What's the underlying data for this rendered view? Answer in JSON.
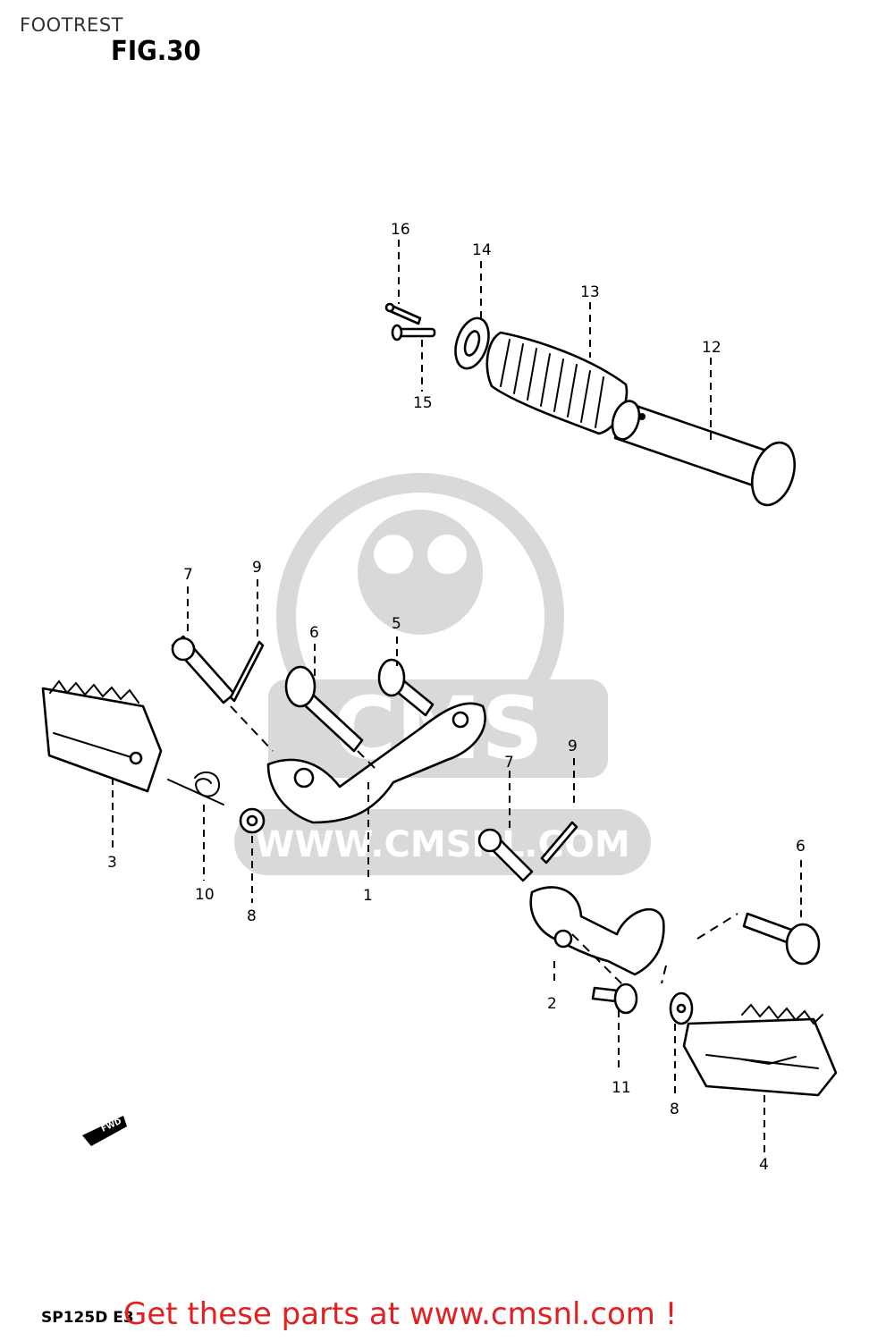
{
  "header": {
    "title": "FOOTREST",
    "figure": "FIG.30"
  },
  "callouts": [
    {
      "id": "c1",
      "text": "1"
    },
    {
      "id": "c2",
      "text": "2"
    },
    {
      "id": "c3",
      "text": "3"
    },
    {
      "id": "c4",
      "text": "4"
    },
    {
      "id": "c5",
      "text": "5"
    },
    {
      "id": "c6a",
      "text": "6"
    },
    {
      "id": "c6b",
      "text": "6"
    },
    {
      "id": "c7a",
      "text": "7"
    },
    {
      "id": "c7b",
      "text": "7"
    },
    {
      "id": "c8a",
      "text": "8"
    },
    {
      "id": "c8b",
      "text": "8"
    },
    {
      "id": "c9a",
      "text": "9"
    },
    {
      "id": "c9b",
      "text": "9"
    },
    {
      "id": "c10",
      "text": "10"
    },
    {
      "id": "c11",
      "text": "11"
    },
    {
      "id": "c12",
      "text": "12"
    },
    {
      "id": "c13",
      "text": "13"
    },
    {
      "id": "c14",
      "text": "14"
    },
    {
      "id": "c15",
      "text": "15"
    },
    {
      "id": "c16",
      "text": "16"
    }
  ],
  "watermark": {
    "logo_text": "CMS",
    "url_text": "WWW.CMSNL.COM"
  },
  "fwd_label": "FWD",
  "footer": {
    "model_code": "SP125D E3",
    "cta": "Get these parts at www.cmsnl.com !"
  },
  "colors": {
    "cta": "#e41f1f",
    "watermark": "#d9d9d9",
    "line": "#000000"
  }
}
